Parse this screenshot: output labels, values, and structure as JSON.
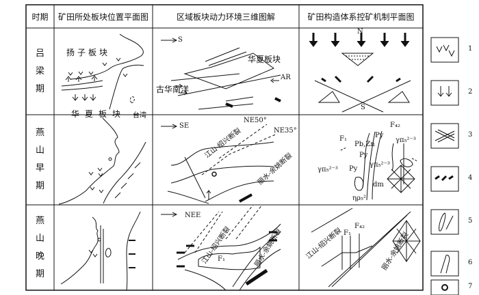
{
  "headers": [
    "时期",
    "矿田所处板块位置平面图",
    "区域板块动力环境三维图解",
    "矿田构造体系控矿机制平面图"
  ],
  "periods": [
    {
      "name": [
        "吕",
        "梁",
        "期"
      ]
    },
    {
      "name": [
        "燕",
        "山",
        "早",
        "期"
      ]
    },
    {
      "name": [
        "燕",
        "山",
        "晚",
        "期"
      ]
    }
  ],
  "row1": {
    "yangtze": "扬子板块",
    "huaxia": "华夏板块",
    "taiwan": "台湾",
    "dir": "S",
    "huaxia2": "华夏板块",
    "ocean": "古华南洋",
    "ar": "AR",
    "n": "N",
    "s": "S"
  },
  "row2": {
    "dir": "SE",
    "ne50": "NE50°",
    "ne35": "NE35°",
    "fault1": "江山-绍兴断裂",
    "fault2": "丽水-余姚断裂",
    "f1": "F₁",
    "f42": "F₄₂",
    "py1": "Py",
    "pbzn": "Pb,Zn",
    "py2": "Py",
    "py3": "Py",
    "gp1": "γπ₅²⁻³",
    "gp2": "γπ₅²⁻³",
    "gp3": "γπ₅²⁻³",
    "dm": "dm",
    "np": "ηρ₅²"
  },
  "row3": {
    "dir": "NEE",
    "fault1": "江山-绍兴断裂",
    "fault2": "丽水-余姚断裂",
    "f1": "F₁",
    "fault3": "江山-绍兴断裂",
    "fault4": "丽水-余姚断裂",
    "f1b": "F₁",
    "f42": "F₄₂"
  },
  "legend": [
    "1",
    "2",
    "3",
    "4",
    "5",
    "6",
    "7"
  ]
}
